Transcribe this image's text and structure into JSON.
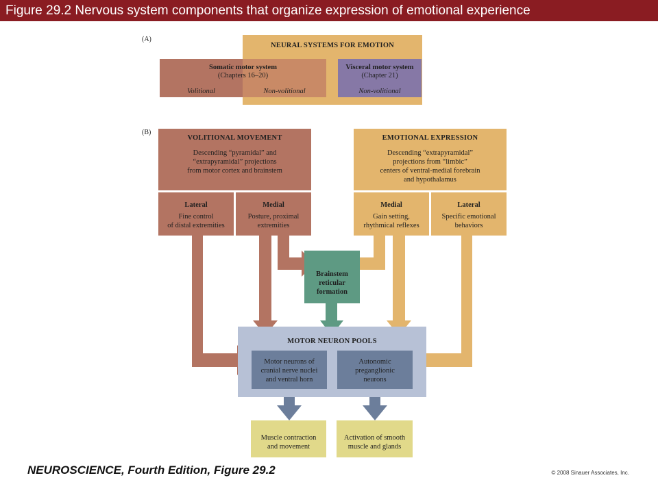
{
  "title": "Figure 29.2  Nervous system components that organize expression of emotional experience",
  "panel_a": {
    "label": "(A)",
    "header": "NEURAL SYSTEMS FOR EMOTION",
    "somatic": {
      "title": "Somatic motor system",
      "chapters": "(Chapters 16–20)"
    },
    "visceral": {
      "title": "Visceral motor system",
      "chapters": "(Chapter 21)"
    },
    "volitional": "Volitional",
    "nonvolitional_somatic": "Non-volitional",
    "nonvolitional_visceral": "Non-volitional"
  },
  "panel_b": {
    "label": "(B)",
    "volitional": {
      "title": "VOLITIONAL MOVEMENT",
      "line1": "Descending “pyramidal” and",
      "line2": "“extrapyramidal” projections",
      "line3": "from motor cortex and brainstem"
    },
    "emotional": {
      "title": "EMOTIONAL EXPRESSION",
      "line1": "Descending “extrapyramidal”",
      "line2": "projections from “limbic”",
      "line3": "centers of ventral-medial forebrain",
      "line4": "and hypothalamus"
    },
    "vol_lateral": {
      "title": "Lateral",
      "line1": "Fine control",
      "line2": "of distal extremities"
    },
    "vol_medial": {
      "title": "Medial",
      "line1": "Posture, proximal",
      "line2": "extremities"
    },
    "emo_medial": {
      "title": "Medial",
      "line1": "Gain setting,",
      "line2": "rhythmical reflexes"
    },
    "emo_lateral": {
      "title": "Lateral",
      "line1": "Specific emotional",
      "line2": "behaviors"
    },
    "brainstem": {
      "line1": "Brainstem",
      "line2": "reticular",
      "line3": "formation"
    },
    "pools": {
      "title": "MOTOR NEURON POOLS",
      "motor": {
        "line1": "Motor neurons of",
        "line2": "cranial nerve nuclei",
        "line3": "and ventral horn"
      },
      "autonomic": {
        "line1": "Autonomic",
        "line2": "preganglionic",
        "line3": "neurons"
      }
    },
    "muscle": {
      "line1": "Muscle contraction",
      "line2": "and movement"
    },
    "smooth": {
      "line1": "Activation of smooth",
      "line2": "muscle and glands"
    }
  },
  "footer": {
    "book": "NEUROSCIENCE, Fourth Edition, Figure 29.2",
    "copyright": "© 2008 Sinauer Associates, Inc."
  },
  "colors": {
    "title_bar": "#8a1c22",
    "volitional": "#b37462",
    "emotional": "#e3b56d",
    "visceral": "#8678a6",
    "brainstem": "#5e9a83",
    "pools_bg": "#b7c1d6",
    "pools_inner": "#6c7e9b",
    "output": "#e1d98a"
  }
}
